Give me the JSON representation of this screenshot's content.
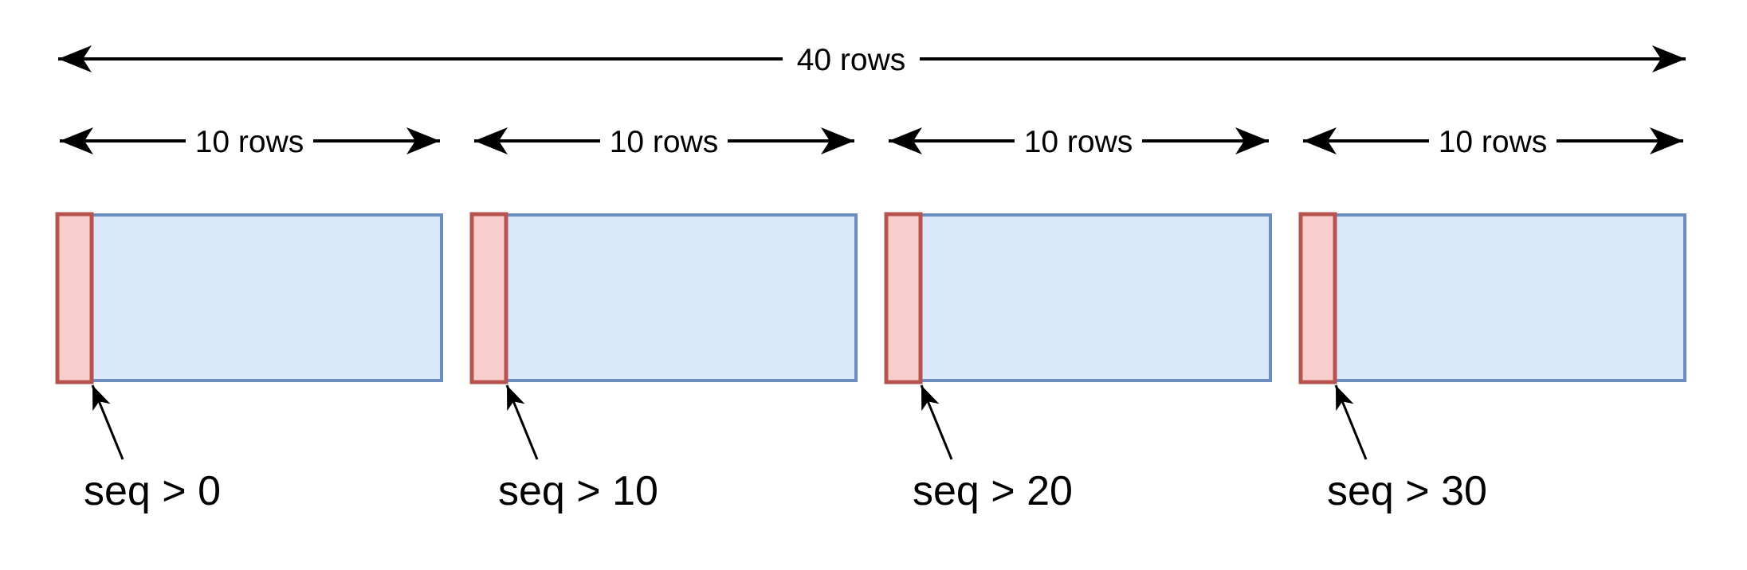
{
  "diagram": {
    "total_dimension": {
      "label": "40 rows"
    },
    "blocks": [
      {
        "segment_label": "10 rows",
        "seq_label": "seq > 0"
      },
      {
        "segment_label": "10 rows",
        "seq_label": "seq > 10"
      },
      {
        "segment_label": "10 rows",
        "seq_label": "seq > 20"
      },
      {
        "segment_label": "10 rows",
        "seq_label": "seq > 30"
      }
    ],
    "colors": {
      "block_fill": "#dae8fc",
      "block_border": "#6c8ebf",
      "strip_fill": "#f8cecc",
      "strip_border": "#b85450",
      "arrow": "#000000",
      "text": "#000000",
      "background": "#ffffff"
    }
  }
}
